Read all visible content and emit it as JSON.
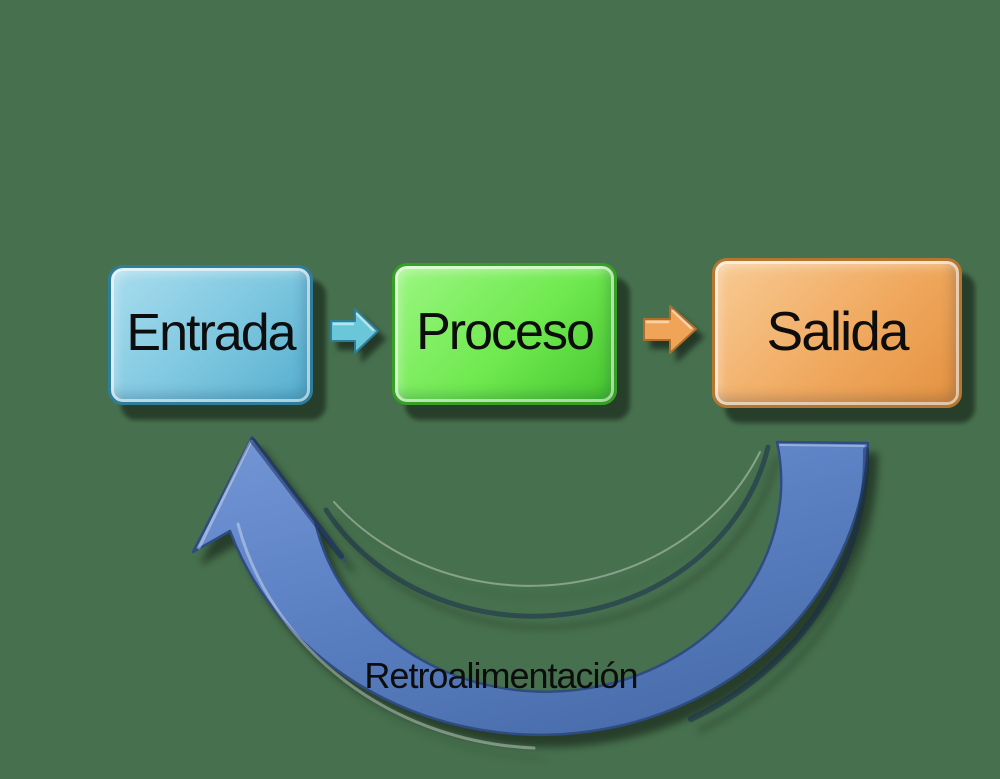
{
  "colors": {
    "bg": "#47714E",
    "text": "#0D0D0D",
    "entrada_light": "#A9DDEE",
    "entrada_mid": "#7CC6DF",
    "entrada_dark": "#55AECF",
    "entrada_rim": "#2E7E9B",
    "proceso_light": "#9BF681",
    "proceso_mid": "#6FE94F",
    "proceso_dark": "#46C52E",
    "proceso_rim": "#379F24",
    "salida_light": "#F8CB95",
    "salida_mid": "#F0A95F",
    "salida_dark": "#E3913F",
    "salida_rim": "#B5762F",
    "arrow_blue": "#6AC7DA",
    "arrow_blue_edge": "#2E7D95",
    "arrow_orange": "#F0A458",
    "arrow_orange_edge": "#B06E2C",
    "band_light": "#7496D6",
    "band_mid": "#5E83C6",
    "band_dark": "#4A6EAC",
    "band_edge": "#2E4C80"
  },
  "diagram": {
    "nodes": [
      {
        "id": "entrada",
        "label": "Entrada"
      },
      {
        "id": "proceso",
        "label": "Proceso"
      },
      {
        "id": "salida",
        "label": "Salida"
      }
    ],
    "feedback_label": "Retroalimentación"
  }
}
